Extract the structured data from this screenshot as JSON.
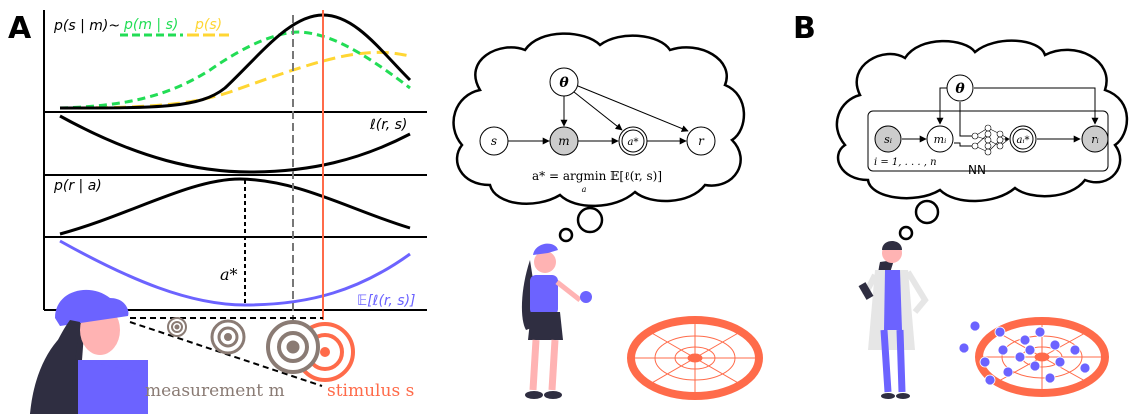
{
  "panels": {
    "a": {
      "label": "A",
      "legend": {
        "posterior": "p(s | m)~",
        "likelihood": "p(m | s)",
        "prior": "p(s)"
      },
      "loss_label": "ℓ(r, s)",
      "response_label": "p(r | a)",
      "expected_loss_label": "𝔼[ℓ(r, s)]",
      "optimal_action_label": "a*",
      "measurement_label": "measurement m",
      "stimulus_label": "stimulus s",
      "thought": {
        "nodes": {
          "theta": "θ",
          "s": "s",
          "m": "m",
          "a": "a*",
          "r": "r"
        },
        "formula": "a* = argmin 𝔼[ℓ(r, s)]",
        "formula_sub": "a"
      }
    },
    "b": {
      "label": "B",
      "thought": {
        "nodes": {
          "theta": "θ",
          "s": "sᵢ",
          "m": "mᵢ",
          "a": "aᵢ*",
          "r": "rᵢ"
        },
        "plate_label": "i = 1, . . . , n",
        "nn_label": "NN"
      }
    }
  },
  "colors": {
    "likelihood": "#22dd55",
    "prior": "#ffd633",
    "stimulus": "#ff6b4a",
    "measurement": "#8a7b74",
    "expected_loss": "#6c63ff",
    "skin": "#ffb3b3",
    "hair": "#2f2e41"
  }
}
